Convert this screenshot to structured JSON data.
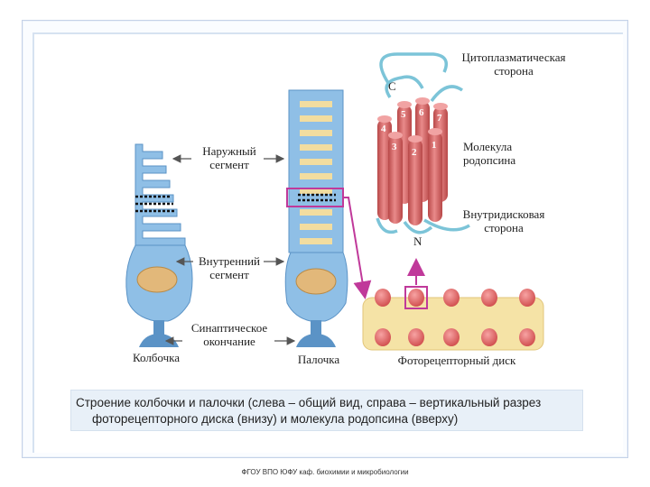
{
  "labels": {
    "outer_segment": [
      "Наружный",
      "сегмент"
    ],
    "inner_segment": [
      "Внутренний",
      "сегмент"
    ],
    "synaptic_ending": [
      "Синаптическое",
      "окончание"
    ],
    "cone": "Колбочка",
    "rod": "Палочка",
    "cytoplasmic_side": [
      "Цитоплазматическая",
      "сторона"
    ],
    "rhodopsin_molecule": [
      "Молекула",
      "родопсина"
    ],
    "intradisc_side": [
      "Внутридисковая",
      "сторона"
    ],
    "photoreceptor_disc": "Фоторецепторный диск",
    "c_terminus": "C",
    "n_terminus": "N",
    "helix_numbers": [
      "4",
      "3",
      "5",
      "6",
      "2",
      "7",
      "1"
    ]
  },
  "caption": {
    "line1": "Строение колбочки и палочки (слева – общий вид, справа – вертикальный разрез",
    "line2": "фоторецепторного диска (внизу) и молекула родопсина (вверху)"
  },
  "footer": "ФГОУ ВПО ЮФУ каф. биохимии и микробиологии",
  "colors": {
    "cell_blue": "#8fbfe6",
    "cell_blue_dark": "#5b93c6",
    "nucleus": "#e2b87a",
    "stripe": "#f2dda0",
    "helix_red": "#d86a6a",
    "loop_cyan": "#7cc4d8",
    "disc_fill": "#f5e3a6",
    "highlight": "#c0399a"
  }
}
